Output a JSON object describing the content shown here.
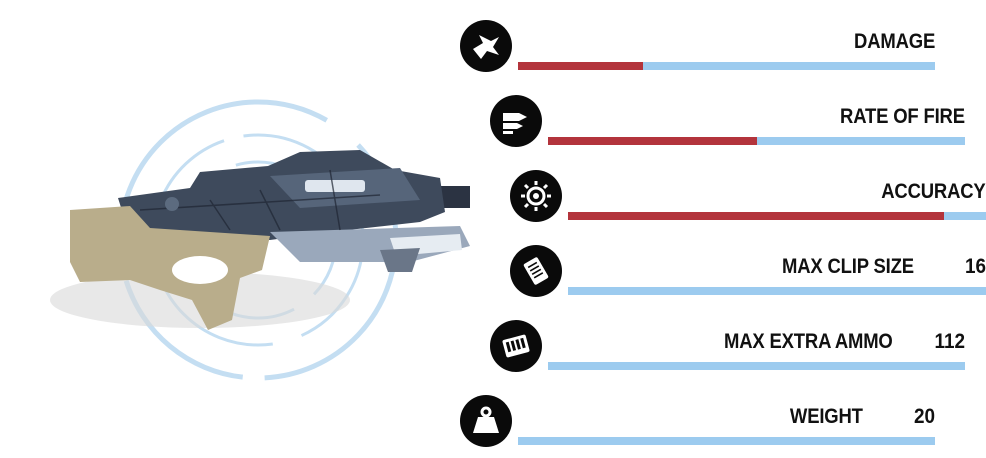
{
  "colors": {
    "bar_track": "#9ccbef",
    "bar_fill": "#b3343c",
    "icon_bg": "#0a0a0a"
  },
  "weapon": {
    "name": "",
    "image_icon": "rifle-icon"
  },
  "stats": [
    {
      "label": "DAMAGE",
      "value": "",
      "fill": 0.3,
      "icon": "damage-icon"
    },
    {
      "label": "RATE OF FIRE",
      "value": "",
      "fill": 0.5,
      "icon": "rate-of-fire-icon"
    },
    {
      "label": "ACCURACY",
      "value": "",
      "fill": 0.9,
      "icon": "accuracy-icon"
    },
    {
      "label": "MAX CLIP SIZE",
      "value": "16",
      "fill": 0,
      "icon": "clip-icon"
    },
    {
      "label": "MAX EXTRA AMMO",
      "value": "112",
      "fill": 0,
      "icon": "ammo-crate-icon"
    },
    {
      "label": "WEIGHT",
      "value": "20",
      "fill": 0,
      "icon": "weight-icon"
    }
  ]
}
